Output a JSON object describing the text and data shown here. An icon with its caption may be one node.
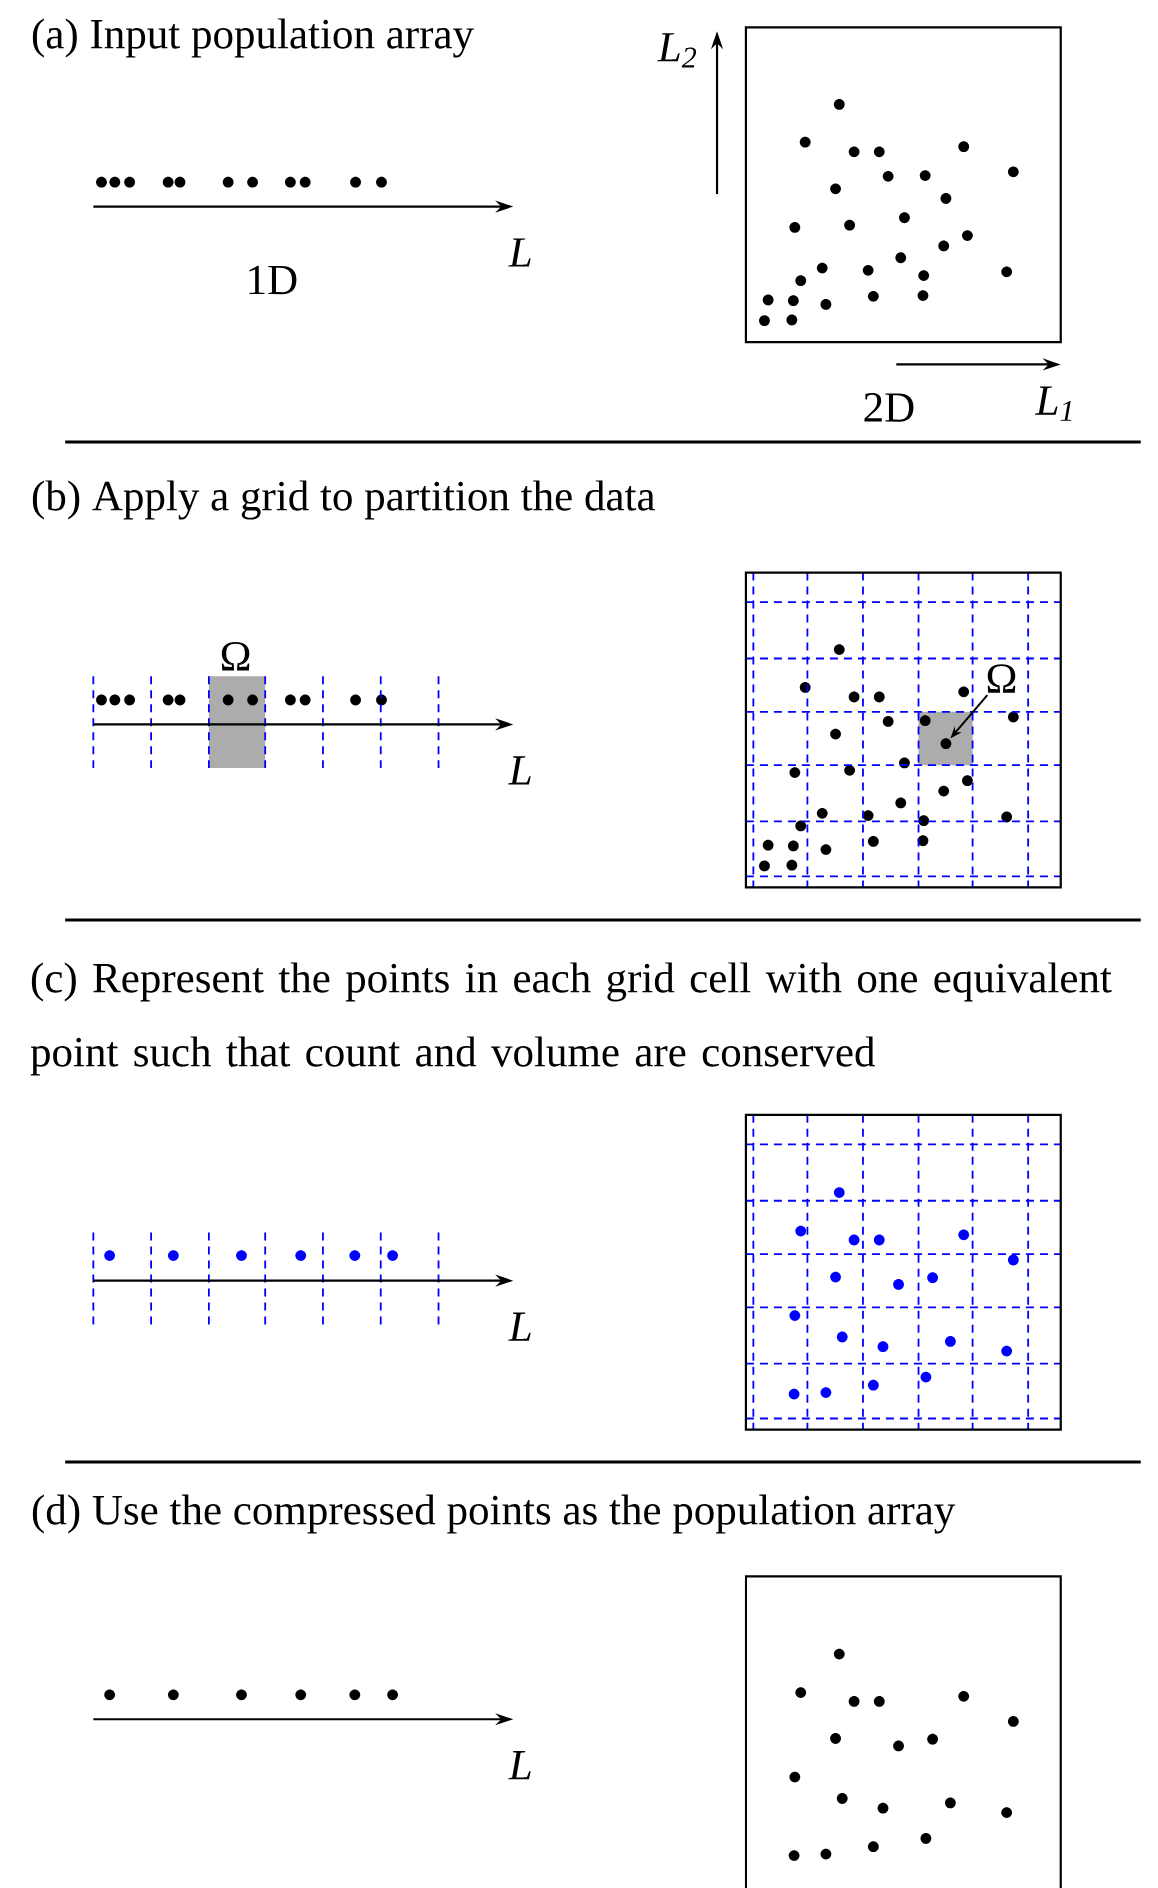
{
  "diagram": {
    "nodes": [
      {
        "text": [
          "Ω"
        ]
      },
      {
        "text": [],
        "shape": "circle"
      }
    ],
    "edges": [
      {
        "from": 0,
        "to": 1,
        "arrow": "to"
      }
    ],
    "labels": [
      "(a) Input population array",
      "L$_{2}$",
      "L",
      "1D",
      "2D",
      "L$_{1}$",
      "(b) Apply a grid to partition the data",
      "Ω",
      "L",
      "(c) Represent the points in each grid cell with one equivalent point such that count and volume are conserved",
      "L",
      "(d) Use the compressed points as the population array",
      "L"
    ]
  }
}
